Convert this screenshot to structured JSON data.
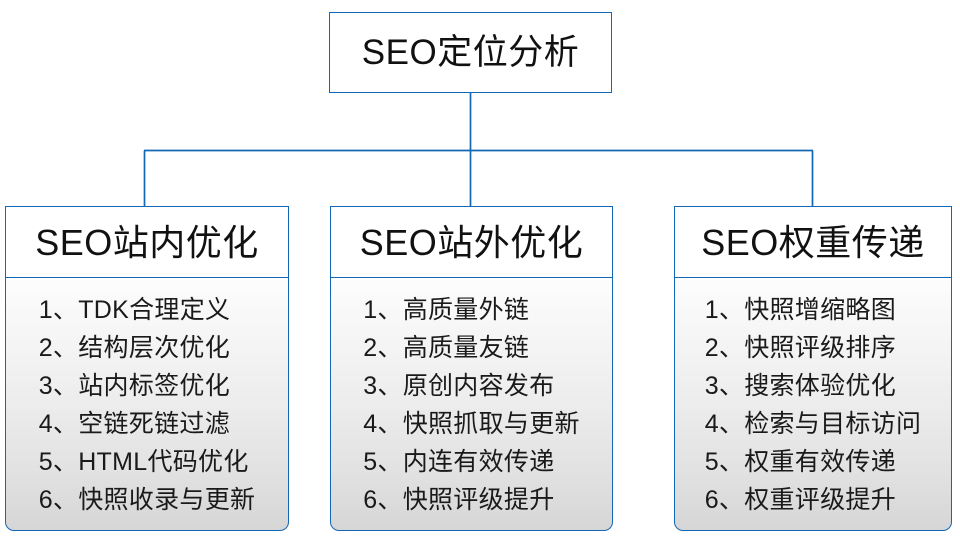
{
  "diagram": {
    "type": "org-tree",
    "root": {
      "label": "SEO定位分析"
    },
    "accent_color": "#1368b5",
    "branches": [
      {
        "header": "SEO站内优化",
        "items": [
          "1、TDK合理定义",
          "2、结构层次优化",
          "3、站内标签优化",
          "4、空链死链过滤",
          "5、HTML代码优化",
          "6、快照收录与更新"
        ]
      },
      {
        "header": "SEO站外优化",
        "items": [
          "1、高质量外链",
          "2、高质量友链",
          "3、原创内容发布",
          "4、快照抓取与更新",
          "5、内连有效传递",
          "6、快照评级提升"
        ]
      },
      {
        "header": "SEO权重传递",
        "items": [
          "1、快照增缩略图",
          "2、快照评级排序",
          "3、搜索体验优化",
          "4、检索与目标访问",
          "5、权重有效传递",
          "6、权重评级提升"
        ]
      }
    ]
  }
}
